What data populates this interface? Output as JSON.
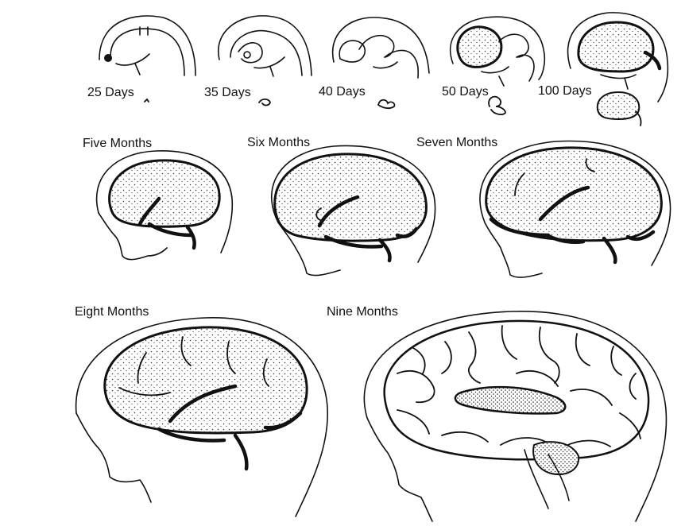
{
  "stages": [
    {
      "id": "25-days",
      "label": "25 Days"
    },
    {
      "id": "35-days",
      "label": "35 Days"
    },
    {
      "id": "40-days",
      "label": "40 Days"
    },
    {
      "id": "50-days",
      "label": "50 Days"
    },
    {
      "id": "100-days",
      "label": "100 Days"
    },
    {
      "id": "five-months",
      "label": "Five Months"
    },
    {
      "id": "six-months",
      "label": "Six Months"
    },
    {
      "id": "seven-months",
      "label": "Seven Months"
    },
    {
      "id": "eight-months",
      "label": "Eight Months"
    },
    {
      "id": "nine-months",
      "label": "Nine Months"
    }
  ]
}
